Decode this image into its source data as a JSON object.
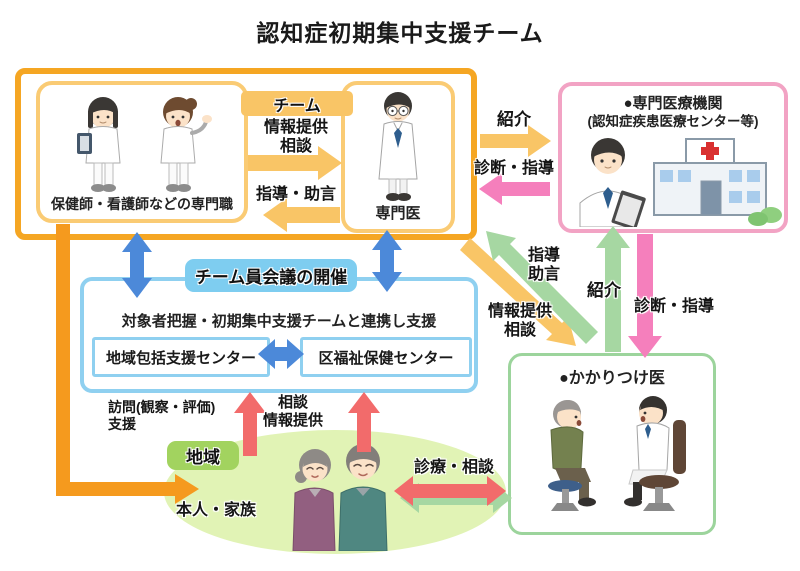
{
  "title": "認知症初期集中支援チーム",
  "team": {
    "badge": "チーム",
    "staff_caption": "保健師・看護師などの専門職",
    "doctor_caption": "専門医",
    "info_arrow_l1": "情報提供",
    "info_arrow_l2": "相談",
    "guidance_arrow": "指導・助言"
  },
  "specialist": {
    "title": "●専門医療機関",
    "subtitle": "(認知症疾患医療センター等)"
  },
  "meeting": {
    "badge": "チーム員会議の開催",
    "description": "対象者把握・初期集中支援チームと連携し支援",
    "center_left": "地域包括支援センター",
    "center_right": "区福祉保健センター"
  },
  "family_doctor": {
    "title": "●かかりつけ医"
  },
  "community": {
    "badge": "地域",
    "caption": "本人・家族"
  },
  "labels": {
    "referral_top": "紹介",
    "diagnosis_top": "診断・指導",
    "guidance_diag_l1": "指導",
    "guidance_diag_l2": "助言",
    "info_diag_l1": "情報提供",
    "info_diag_l2": "相談",
    "referral_mid": "紹介",
    "diagnosis_mid": "診断・指導",
    "visit_l1": "訪問(観察・評価)",
    "visit_l2": "支援",
    "consult_l1": "相談",
    "consult_l2": "情報提供",
    "care_consult": "診療・相談"
  },
  "colors": {
    "team_border": "#F5A623",
    "inner_border": "#FACB74",
    "amber_arrow": "#F9C566",
    "strong_orange": "#F59A1E",
    "pink_arrow": "#F57FBC",
    "pink_border": "#F2A3C4",
    "blue_arrow": "#4C89D9",
    "blue_border": "#8FD0F0",
    "blue_badge": "#7ECDF0",
    "green_arrow": "#A6D7A2",
    "green_border": "#9CD49C",
    "red_arrow": "#F26B6B",
    "ellipse_fill": "#E1F3B5",
    "community_badge": "#A2D35F"
  }
}
